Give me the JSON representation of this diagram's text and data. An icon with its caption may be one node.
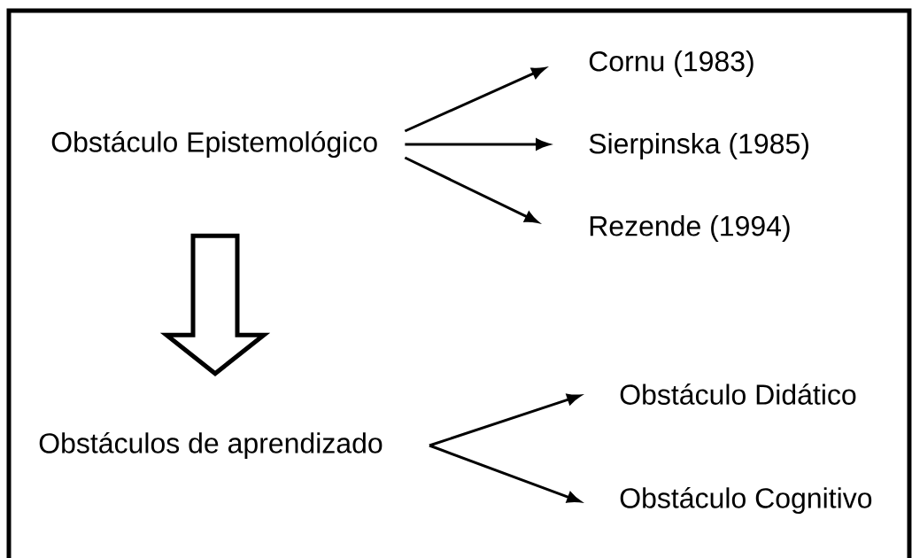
{
  "diagram": {
    "nodes": [
      {
        "text": [
          "Obstáculo Epistemológico"
        ]
      },
      {
        "text": [
          "Cornu (1983)"
        ]
      },
      {
        "text": [
          "Sierpinska (1985)"
        ]
      },
      {
        "text": [
          "Rezende (1994)"
        ]
      },
      {
        "text": [
          "Obstáculos de aprendizado"
        ]
      },
      {
        "text": [
          "Obstáculo Didático"
        ]
      },
      {
        "text": [
          "Obstáculo Cognitivo"
        ]
      }
    ],
    "edges": [
      {
        "from": 0,
        "to": 1,
        "arrow": "to"
      },
      {
        "from": 0,
        "to": 2,
        "arrow": "to"
      },
      {
        "from": 0,
        "to": 3,
        "arrow": "to"
      },
      {
        "from": 0,
        "to": 4,
        "arrow": "to",
        "style": "thick"
      },
      {
        "from": 4,
        "to": 5,
        "arrow": "to"
      },
      {
        "from": 4,
        "to": 6,
        "arrow": "to"
      }
    ]
  }
}
